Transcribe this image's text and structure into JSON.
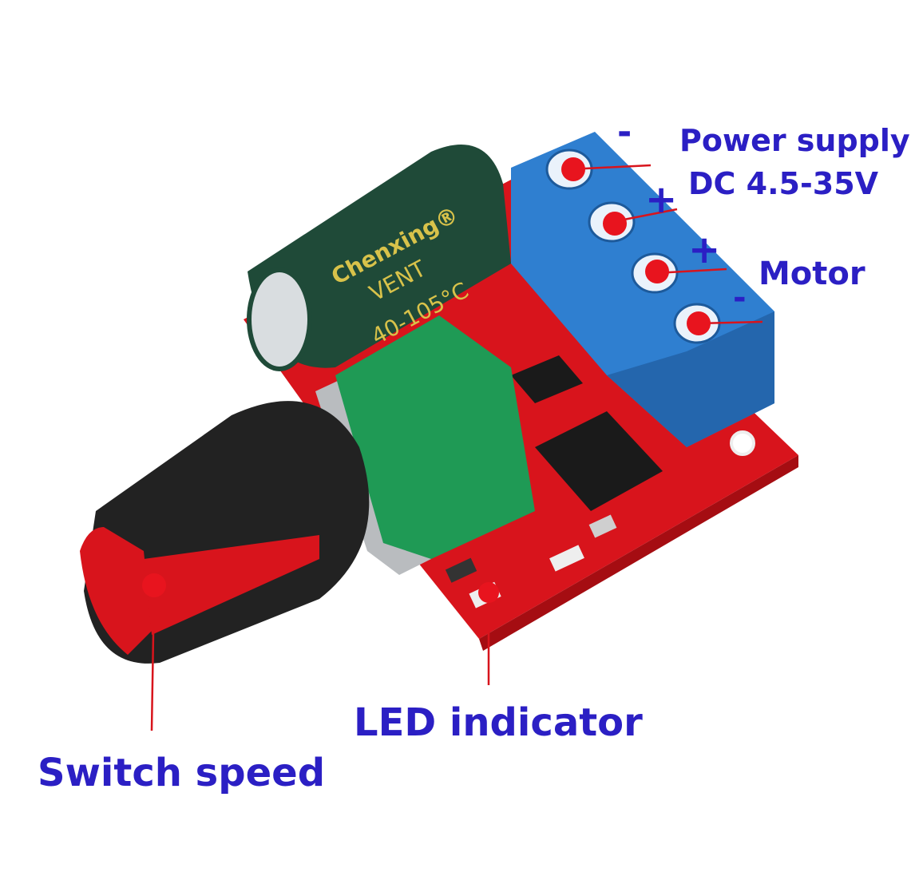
{
  "labels": {
    "power_minus": "-",
    "power_supply": "Power supply",
    "power_voltage": "DC 4.5-35V",
    "power_plus": "+",
    "motor_plus": "+",
    "motor": "Motor",
    "motor_minus": "-",
    "led_indicator": "LED indicator",
    "switch_speed": "Switch speed"
  },
  "capacitor_print": {
    "brand": "Chenxing®",
    "line2": "VENT",
    "line3": "40-105°C"
  },
  "colors": {
    "label": "#2b1fc4",
    "marker": "#e8141e",
    "pcb": "#d8141c",
    "terminal": "#2f7fd0",
    "capacitor": "#1f4a38",
    "potentiometer": "#1f9a55",
    "knob": "#222222"
  }
}
